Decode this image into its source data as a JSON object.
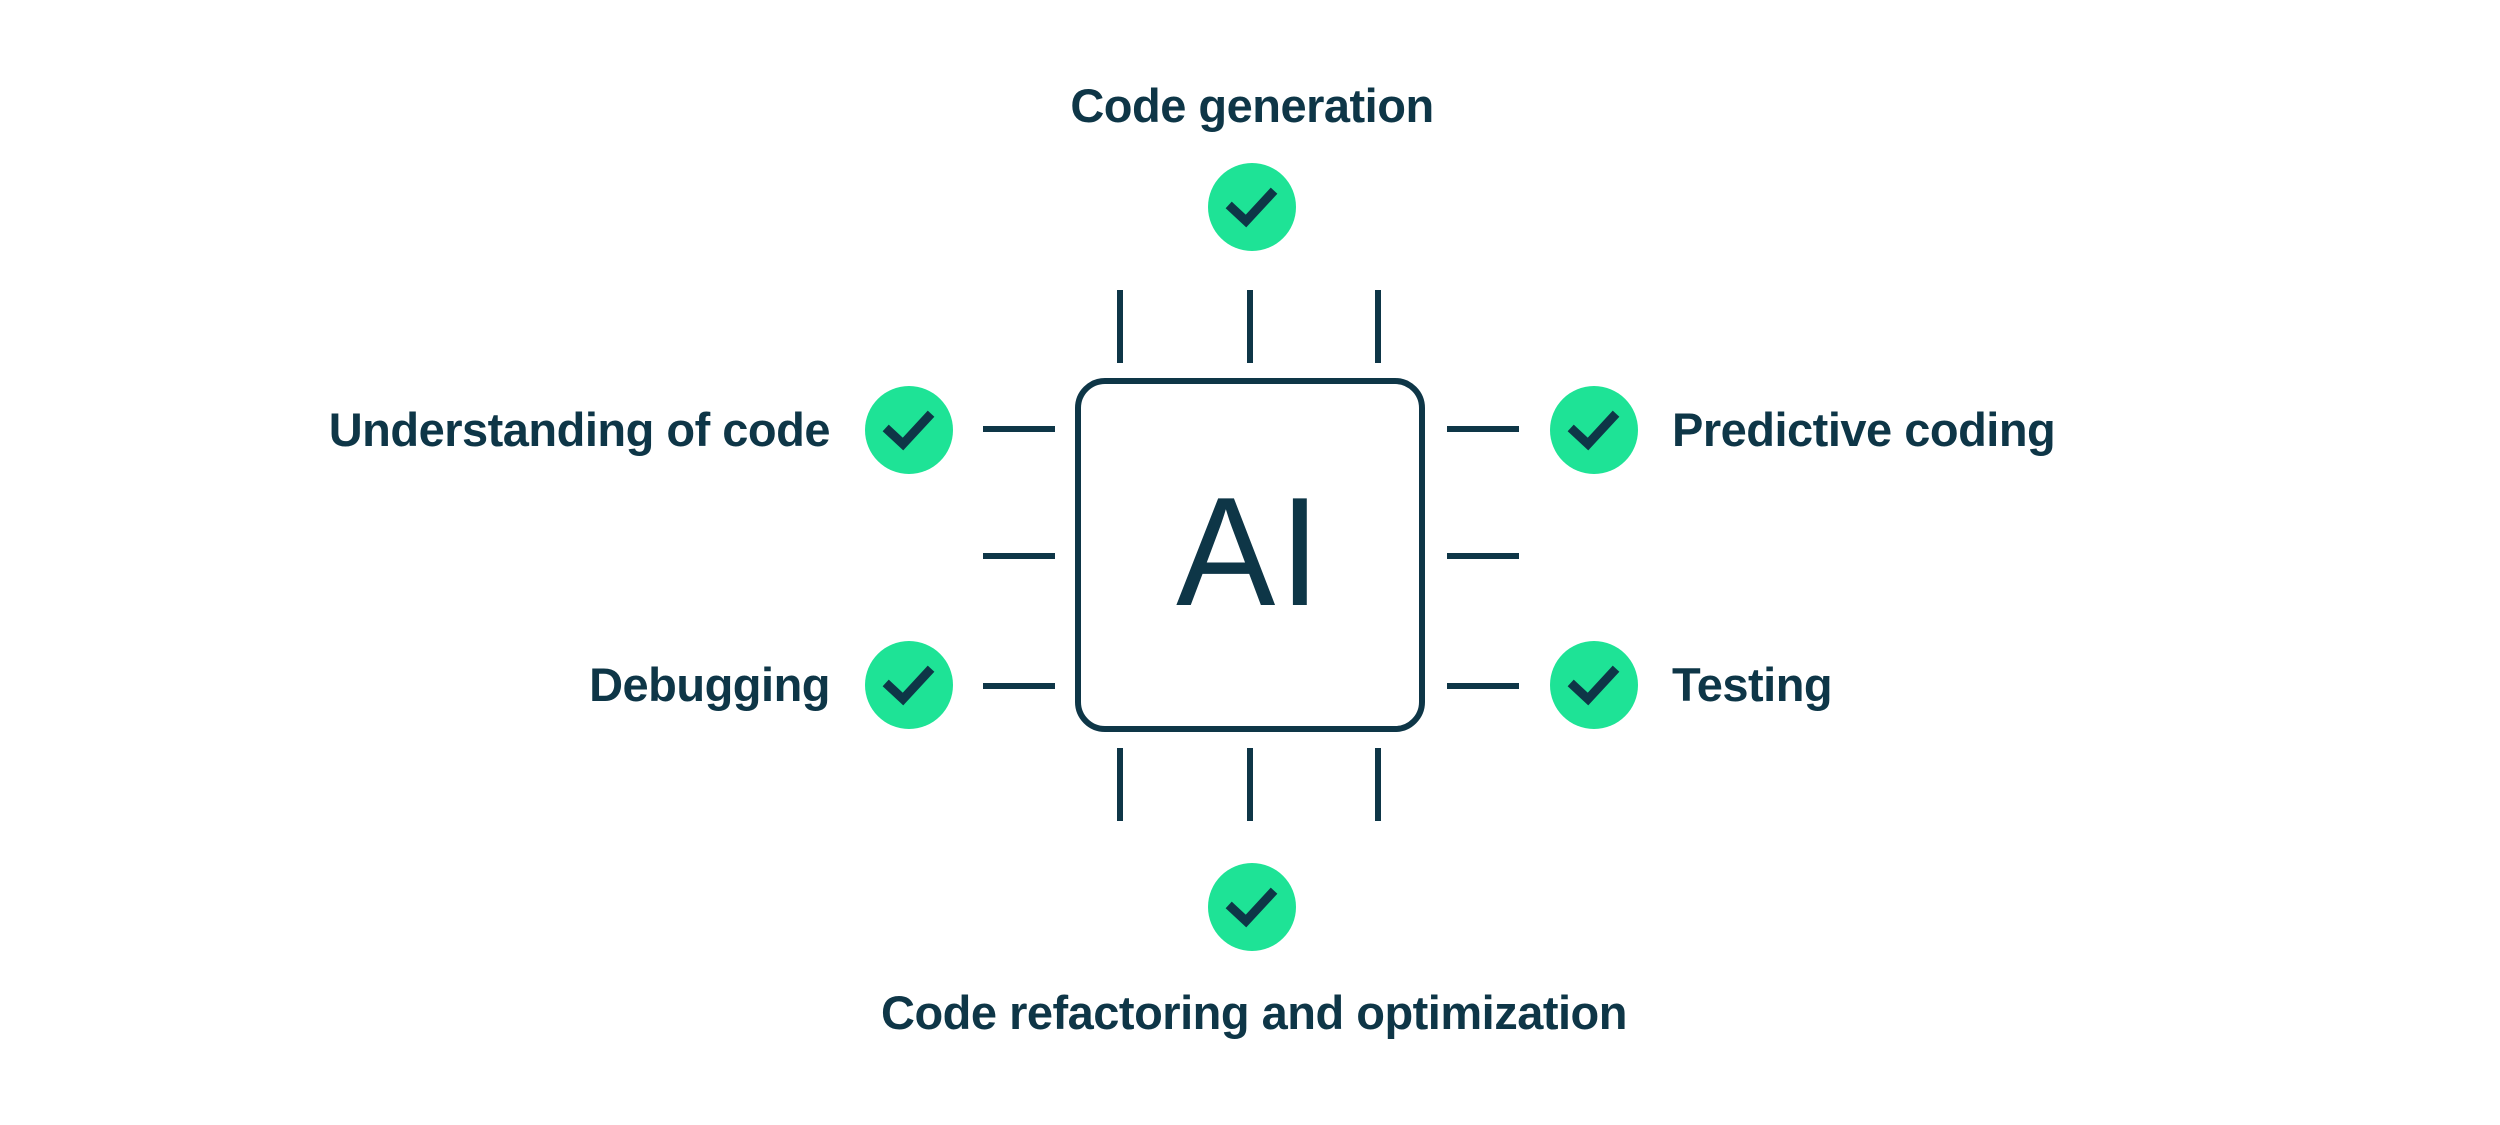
{
  "diagram": {
    "chip": {
      "label": "AI"
    },
    "features": [
      {
        "label": "Code generation",
        "position": "top",
        "status_icon": "check-icon"
      },
      {
        "label": "Understanding of code",
        "position": "left-top",
        "status_icon": "check-icon"
      },
      {
        "label": "Predictive coding",
        "position": "right-top",
        "status_icon": "check-icon"
      },
      {
        "label": "Debugging",
        "position": "left-bottom",
        "status_icon": "check-icon"
      },
      {
        "label": "Testing",
        "position": "right-bottom",
        "status_icon": "check-icon"
      },
      {
        "label": "Code refactoring and optimization",
        "position": "bottom",
        "status_icon": "check-icon"
      }
    ],
    "colors": {
      "accent_green": "#1ee396",
      "navy": "#0e3647",
      "background": "#ffffff"
    }
  }
}
